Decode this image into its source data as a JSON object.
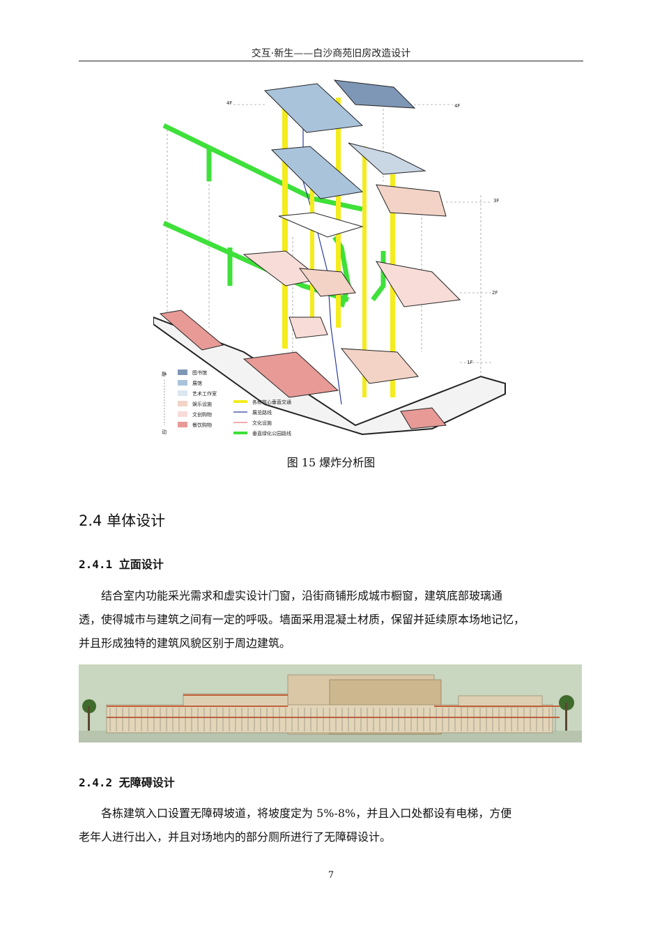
{
  "header": {
    "title": "交互·新生——白沙商苑旧房改造设计"
  },
  "figure15": {
    "caption": "图 15 爆炸分析图",
    "floor_labels": [
      "4F",
      "4F",
      "3F",
      "2F",
      "1F"
    ],
    "legend_axis": {
      "top": "静",
      "bottom": "动"
    },
    "legend_functions": [
      {
        "label": "图书馆",
        "color": "#7f97b6"
      },
      {
        "label": "展馆",
        "color": "#a9c3db"
      },
      {
        "label": "艺术工作室",
        "color": "#dbe6ef"
      },
      {
        "label": "娱乐设施",
        "color": "#f2d3c6"
      },
      {
        "label": "文创购物",
        "color": "#f7dcd8"
      },
      {
        "label": "餐饮购物",
        "color": "#e79a96"
      }
    ],
    "legend_routes": [
      {
        "label": "各栋核心垂直交通",
        "color": "#f4ec1c"
      },
      {
        "label": "展览路线",
        "color": "#2c3c9c"
      },
      {
        "label": "文化设施",
        "color": "#e87a7a"
      },
      {
        "label": "垂直绿化公园路线",
        "color": "#3ee03a"
      }
    ]
  },
  "section": {
    "title": "2.4 单体设计"
  },
  "sub1": {
    "title": "2.4.1  立面设计",
    "paragraph": [
      "结合室内功能采光需求和虚实设计门窗，沿街商铺形成城市橱窗，建筑底部玻璃通",
      "透，使得城市与建筑之间有一定的呼吸。墙面采用混凝土材质，保留并延续原本场地记忆，",
      "并且形成独特的建筑风貌区别于周边建筑。"
    ]
  },
  "sub2": {
    "title": "2.4.2  无障碍设计",
    "paragraph": [
      "各栋建筑入口设置无障碍坡道，将坡度定为 5%-8%，并且入口处都设有电梯，方便",
      "老年人进行出入，并且对场地内的部分厕所进行了无障碍设计。"
    ]
  },
  "page_number": "7"
}
